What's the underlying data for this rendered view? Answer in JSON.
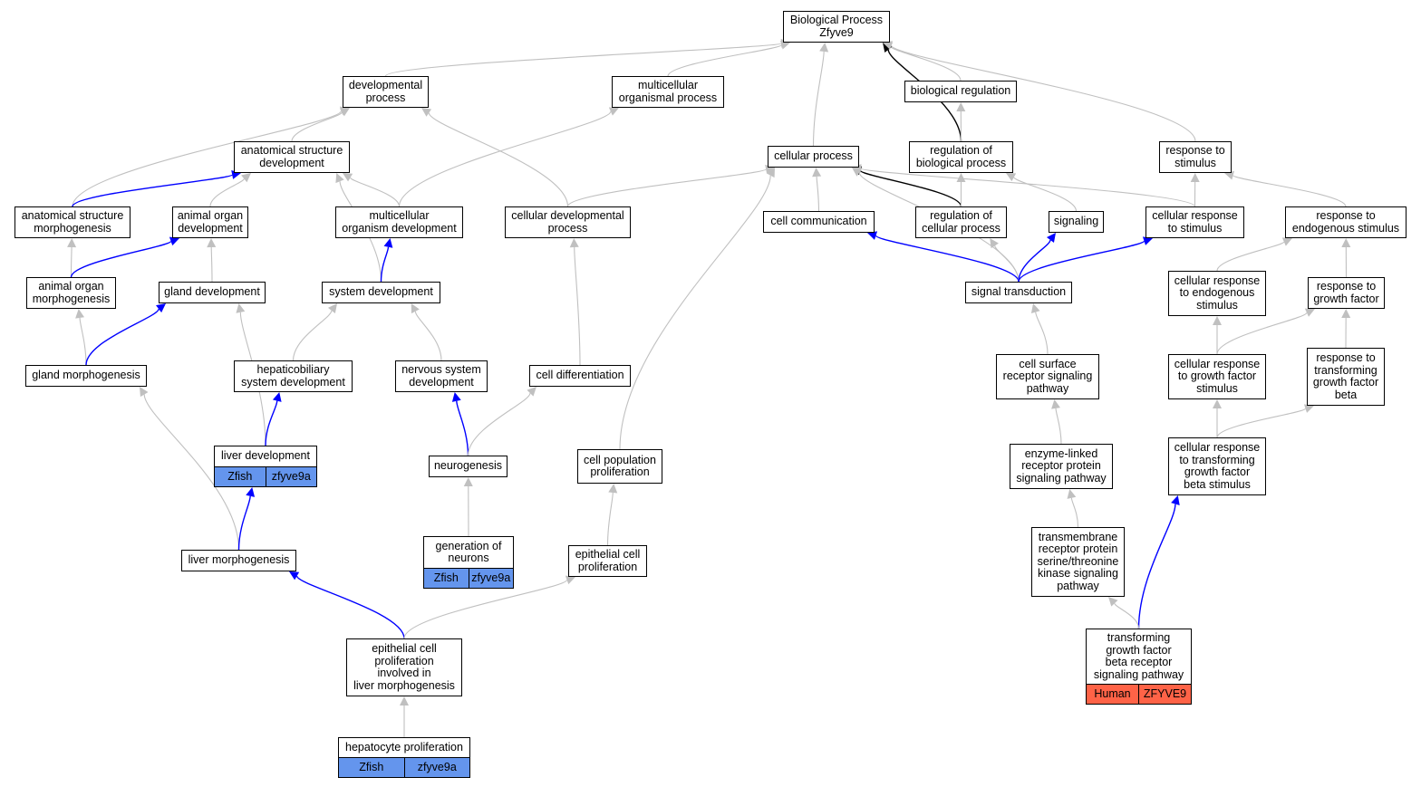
{
  "colors": {
    "zfish": "#6495ed",
    "human": "#ff6347",
    "is_a_edge": "#c0c0c0",
    "regulates_edge": "#0000ff",
    "root_edge": "#000000"
  },
  "nodes": {
    "bp": {
      "label": "Biological Process\nZfyve9"
    },
    "devproc": {
      "label": "developmental\nprocess"
    },
    "multiproc": {
      "label": "multicellular\norganismal process"
    },
    "bioreg": {
      "label": "biological regulation"
    },
    "asd": {
      "label": "anatomical structure\ndevelopment"
    },
    "cellproc": {
      "label": "cellular process"
    },
    "regbio": {
      "label": "regulation of\nbiological process"
    },
    "respstim": {
      "label": "response to\nstimulus"
    },
    "asm": {
      "label": "anatomical structure\nmorphogenesis"
    },
    "aod": {
      "label": "animal organ\ndevelopment"
    },
    "mod": {
      "label": "multicellular\norganism development"
    },
    "cdp": {
      "label": "cellular developmental\nprocess"
    },
    "cellcomm": {
      "label": "cell communication"
    },
    "regcell": {
      "label": "regulation of\ncellular process"
    },
    "signaling": {
      "label": "signaling"
    },
    "cellresp": {
      "label": "cellular response\nto stimulus"
    },
    "respendo": {
      "label": "response to\nendogenous stimulus"
    },
    "aom": {
      "label": "animal organ\nmorphogenesis"
    },
    "glanddev": {
      "label": "gland development"
    },
    "sysdev": {
      "label": "system development"
    },
    "sigtrans": {
      "label": "signal transduction"
    },
    "cellrespendo": {
      "label": "cellular response\nto endogenous\nstimulus"
    },
    "respgf": {
      "label": "response to\ngrowth factor"
    },
    "glandmorph": {
      "label": "gland morphogenesis"
    },
    "hepsys": {
      "label": "hepaticobiliary\nsystem development"
    },
    "nsd": {
      "label": "nervous system\ndevelopment"
    },
    "celldiff": {
      "label": "cell differentiation"
    },
    "csrsp": {
      "label": "cell surface\nreceptor signaling\npathway"
    },
    "crgf": {
      "label": "cellular response\nto growth factor\nstimulus"
    },
    "rtgfb": {
      "label": "response to\ntransforming\ngrowth factor\nbeta"
    },
    "liverdev": {
      "label": "liver development",
      "species": "Zfish",
      "gene": "zfyve9a"
    },
    "neurogen": {
      "label": "neurogenesis"
    },
    "cellpop": {
      "label": "cell population\nproliferation"
    },
    "elrp": {
      "label": "enzyme-linked\nreceptor protein\nsignaling pathway"
    },
    "crtgfb": {
      "label": "cellular response\nto transforming\ngrowth factor\nbeta stimulus"
    },
    "genneur": {
      "label": "generation of\nneurons",
      "species": "Zfish",
      "gene": "zfyve9a"
    },
    "livermorph": {
      "label": "liver morphogenesis"
    },
    "epiprolif": {
      "label": "epithelial cell\nproliferation"
    },
    "tmrp": {
      "label": "transmembrane\nreceptor protein\nserine/threonine\nkinase signaling\npathway"
    },
    "tgfbrsp": {
      "label": "transforming\ngrowth factor\nbeta receptor\nsignaling pathway",
      "species": "Human",
      "gene": "ZFYVE9"
    },
    "epilm": {
      "label": "epithelial cell\nproliferation\ninvolved in\nliver morphogenesis"
    },
    "hepprolif": {
      "label": "hepatocyte proliferation",
      "species": "Zfish",
      "gene": "zfyve9a"
    }
  },
  "edges": [
    {
      "from": "devproc",
      "to": "bp",
      "type": "is_a"
    },
    {
      "from": "multiproc",
      "to": "bp",
      "type": "is_a"
    },
    {
      "from": "cellproc",
      "to": "bp",
      "type": "is_a"
    },
    {
      "from": "bioreg",
      "to": "bp",
      "type": "is_a"
    },
    {
      "from": "regbio",
      "to": "bp",
      "type": "root"
    },
    {
      "from": "respstim",
      "to": "bp",
      "type": "is_a"
    },
    {
      "from": "asd",
      "to": "devproc",
      "type": "is_a"
    },
    {
      "from": "asm",
      "to": "devproc",
      "type": "is_a"
    },
    {
      "from": "cdp",
      "to": "devproc",
      "type": "is_a"
    },
    {
      "from": "mod",
      "to": "multiproc",
      "type": "is_a"
    },
    {
      "from": "regbio",
      "to": "bioreg",
      "type": "is_a"
    },
    {
      "from": "asm",
      "to": "asd",
      "type": "regulates"
    },
    {
      "from": "aod",
      "to": "asd",
      "type": "is_a"
    },
    {
      "from": "mod",
      "to": "asd",
      "type": "is_a"
    },
    {
      "from": "sysdev",
      "to": "asd",
      "type": "is_a"
    },
    {
      "from": "cdp",
      "to": "cellproc",
      "type": "is_a"
    },
    {
      "from": "cellcomm",
      "to": "cellproc",
      "type": "is_a"
    },
    {
      "from": "regcell",
      "to": "cellproc",
      "type": "root"
    },
    {
      "from": "cellresp",
      "to": "cellproc",
      "type": "is_a"
    },
    {
      "from": "sigtrans",
      "to": "cellproc",
      "type": "is_a"
    },
    {
      "from": "cellpop",
      "to": "cellproc",
      "type": "is_a"
    },
    {
      "from": "regcell",
      "to": "regbio",
      "type": "is_a"
    },
    {
      "from": "signaling",
      "to": "regbio",
      "type": "is_a"
    },
    {
      "from": "cellresp",
      "to": "respstim",
      "type": "is_a"
    },
    {
      "from": "respendo",
      "to": "respstim",
      "type": "is_a"
    },
    {
      "from": "aom",
      "to": "asm",
      "type": "is_a"
    },
    {
      "from": "aom",
      "to": "aod",
      "type": "regulates"
    },
    {
      "from": "glanddev",
      "to": "aod",
      "type": "is_a"
    },
    {
      "from": "sysdev",
      "to": "mod",
      "type": "regulates"
    },
    {
      "from": "celldiff",
      "to": "cdp",
      "type": "is_a"
    },
    {
      "from": "sigtrans",
      "to": "cellcomm",
      "type": "regulates"
    },
    {
      "from": "sigtrans",
      "to": "regcell",
      "type": "is_a"
    },
    {
      "from": "sigtrans",
      "to": "signaling",
      "type": "regulates"
    },
    {
      "from": "sigtrans",
      "to": "cellresp",
      "type": "regulates"
    },
    {
      "from": "cellrespendo",
      "to": "respendo",
      "type": "is_a"
    },
    {
      "from": "respgf",
      "to": "respendo",
      "type": "is_a"
    },
    {
      "from": "glandmorph",
      "to": "aom",
      "type": "is_a"
    },
    {
      "from": "glandmorph",
      "to": "glanddev",
      "type": "regulates"
    },
    {
      "from": "liverdev",
      "to": "glanddev",
      "type": "is_a"
    },
    {
      "from": "hepsys",
      "to": "sysdev",
      "type": "is_a"
    },
    {
      "from": "nsd",
      "to": "sysdev",
      "type": "is_a"
    },
    {
      "from": "csrsp",
      "to": "sigtrans",
      "type": "is_a"
    },
    {
      "from": "crgf",
      "to": "cellrespendo",
      "type": "is_a"
    },
    {
      "from": "crgf",
      "to": "respgf",
      "type": "is_a"
    },
    {
      "from": "rtgfb",
      "to": "respgf",
      "type": "is_a"
    },
    {
      "from": "livermorph",
      "to": "glandmorph",
      "type": "is_a"
    },
    {
      "from": "liverdev",
      "to": "hepsys",
      "type": "regulates"
    },
    {
      "from": "neurogen",
      "to": "nsd",
      "type": "regulates"
    },
    {
      "from": "neurogen",
      "to": "celldiff",
      "type": "is_a"
    },
    {
      "from": "elrp",
      "to": "csrsp",
      "type": "is_a"
    },
    {
      "from": "crtgfb",
      "to": "crgf",
      "type": "is_a"
    },
    {
      "from": "crtgfb",
      "to": "rtgfb",
      "type": "is_a"
    },
    {
      "from": "livermorph",
      "to": "liverdev",
      "type": "regulates"
    },
    {
      "from": "genneur",
      "to": "neurogen",
      "type": "is_a"
    },
    {
      "from": "epiprolif",
      "to": "cellpop",
      "type": "is_a"
    },
    {
      "from": "tmrp",
      "to": "elrp",
      "type": "is_a"
    },
    {
      "from": "tgfbrsp",
      "to": "crtgfb",
      "type": "regulates"
    },
    {
      "from": "tgfbrsp",
      "to": "tmrp",
      "type": "is_a"
    },
    {
      "from": "epilm",
      "to": "livermorph",
      "type": "regulates"
    },
    {
      "from": "epilm",
      "to": "epiprolif",
      "type": "is_a"
    },
    {
      "from": "hepprolif",
      "to": "epilm",
      "type": "is_a"
    }
  ]
}
